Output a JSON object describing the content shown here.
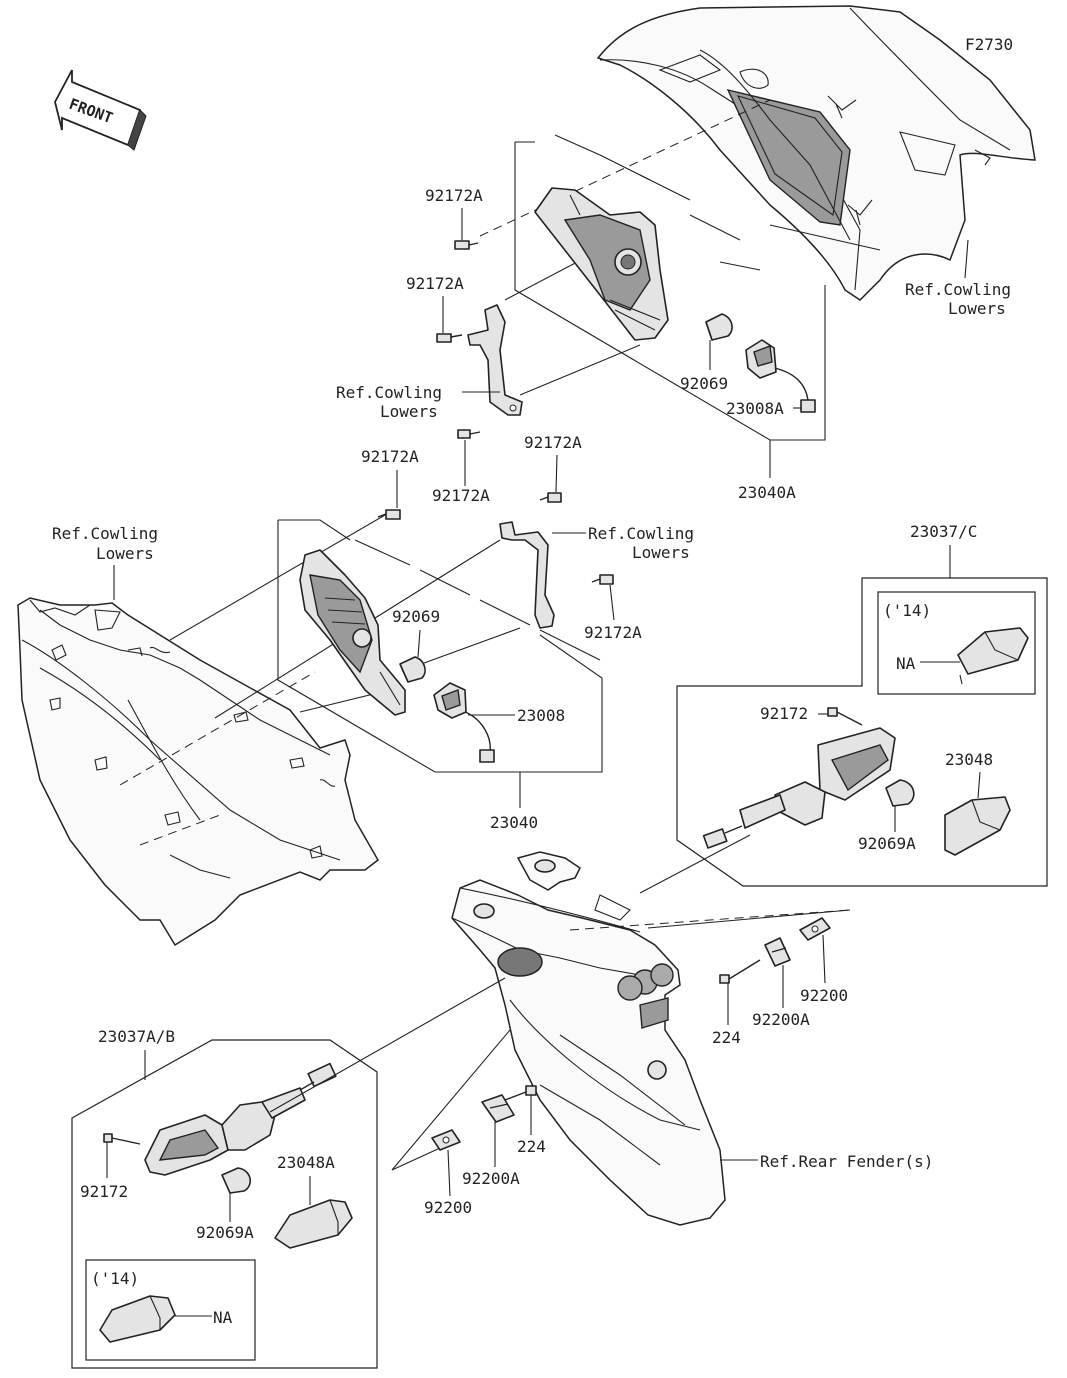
{
  "figure_code": "F2730",
  "front_arrow_text": "FRONT",
  "refs": {
    "cowling_lowers_top_right": [
      "Ref.Cowling",
      "Lowers"
    ],
    "cowling_lowers_upper_bracket": [
      "Ref.Cowling",
      "Lowers"
    ],
    "cowling_lowers_left": [
      "Ref.Cowling",
      "Lowers"
    ],
    "cowling_lowers_lower_bracket": [
      "Ref.Cowling",
      "Lowers"
    ],
    "rear_fender": "Ref.Rear Fender(s)"
  },
  "labels": {
    "screw_upper_1": "92172A",
    "screw_upper_2": "92172A",
    "screw_upper_3": "92172A",
    "bulb_upper": "92069",
    "socket_upper": "23008A",
    "assembly_upper": "23040A",
    "screw_mid_left": "92172A",
    "screw_mid_right": "92172A",
    "screw_mid_lower": "92172A",
    "bulb_mid": "92069",
    "socket_mid": "23008",
    "assembly_mid": "23040",
    "turn_signal_right": "23037/C",
    "year_14_right": "('14)",
    "na_right": "NA",
    "screw_signal_right": "92172",
    "lens_right": "23048",
    "bulb_right": "92069A",
    "bolt_right": "224",
    "plate_right_a": "92200A",
    "plate_right": "92200",
    "turn_signal_left": "23037A/B",
    "screw_signal_left": "92172",
    "bulb_left": "92069A",
    "lens_left": "23048A",
    "year_14_left": "('14)",
    "na_left": "NA",
    "bolt_left": "224",
    "plate_left_a": "92200A",
    "plate_left": "92200"
  }
}
